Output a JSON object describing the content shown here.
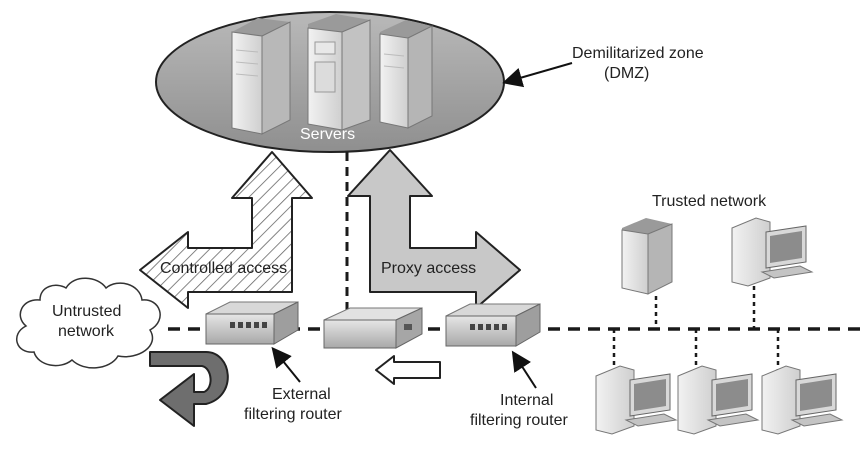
{
  "dmz": {
    "title_line1": "Demilitarized zone",
    "title_line2": "(DMZ)",
    "servers_label": "Servers"
  },
  "arrows": {
    "controlled_access": "Controlled access",
    "proxy_access": "Proxy access"
  },
  "untrusted": {
    "line1": "Untrusted",
    "line2": "network"
  },
  "trusted": {
    "label": "Trusted network"
  },
  "routers": {
    "external_line1": "External",
    "external_line2": "filtering router",
    "internal_line1": "Internal",
    "internal_line2": "filtering router"
  },
  "colors": {
    "ellipse_fill": "#a9a9a9",
    "arrow_gray": "#c8c8c8",
    "dark_arrow": "#6e6e6e",
    "line": "#1a1a1a"
  }
}
